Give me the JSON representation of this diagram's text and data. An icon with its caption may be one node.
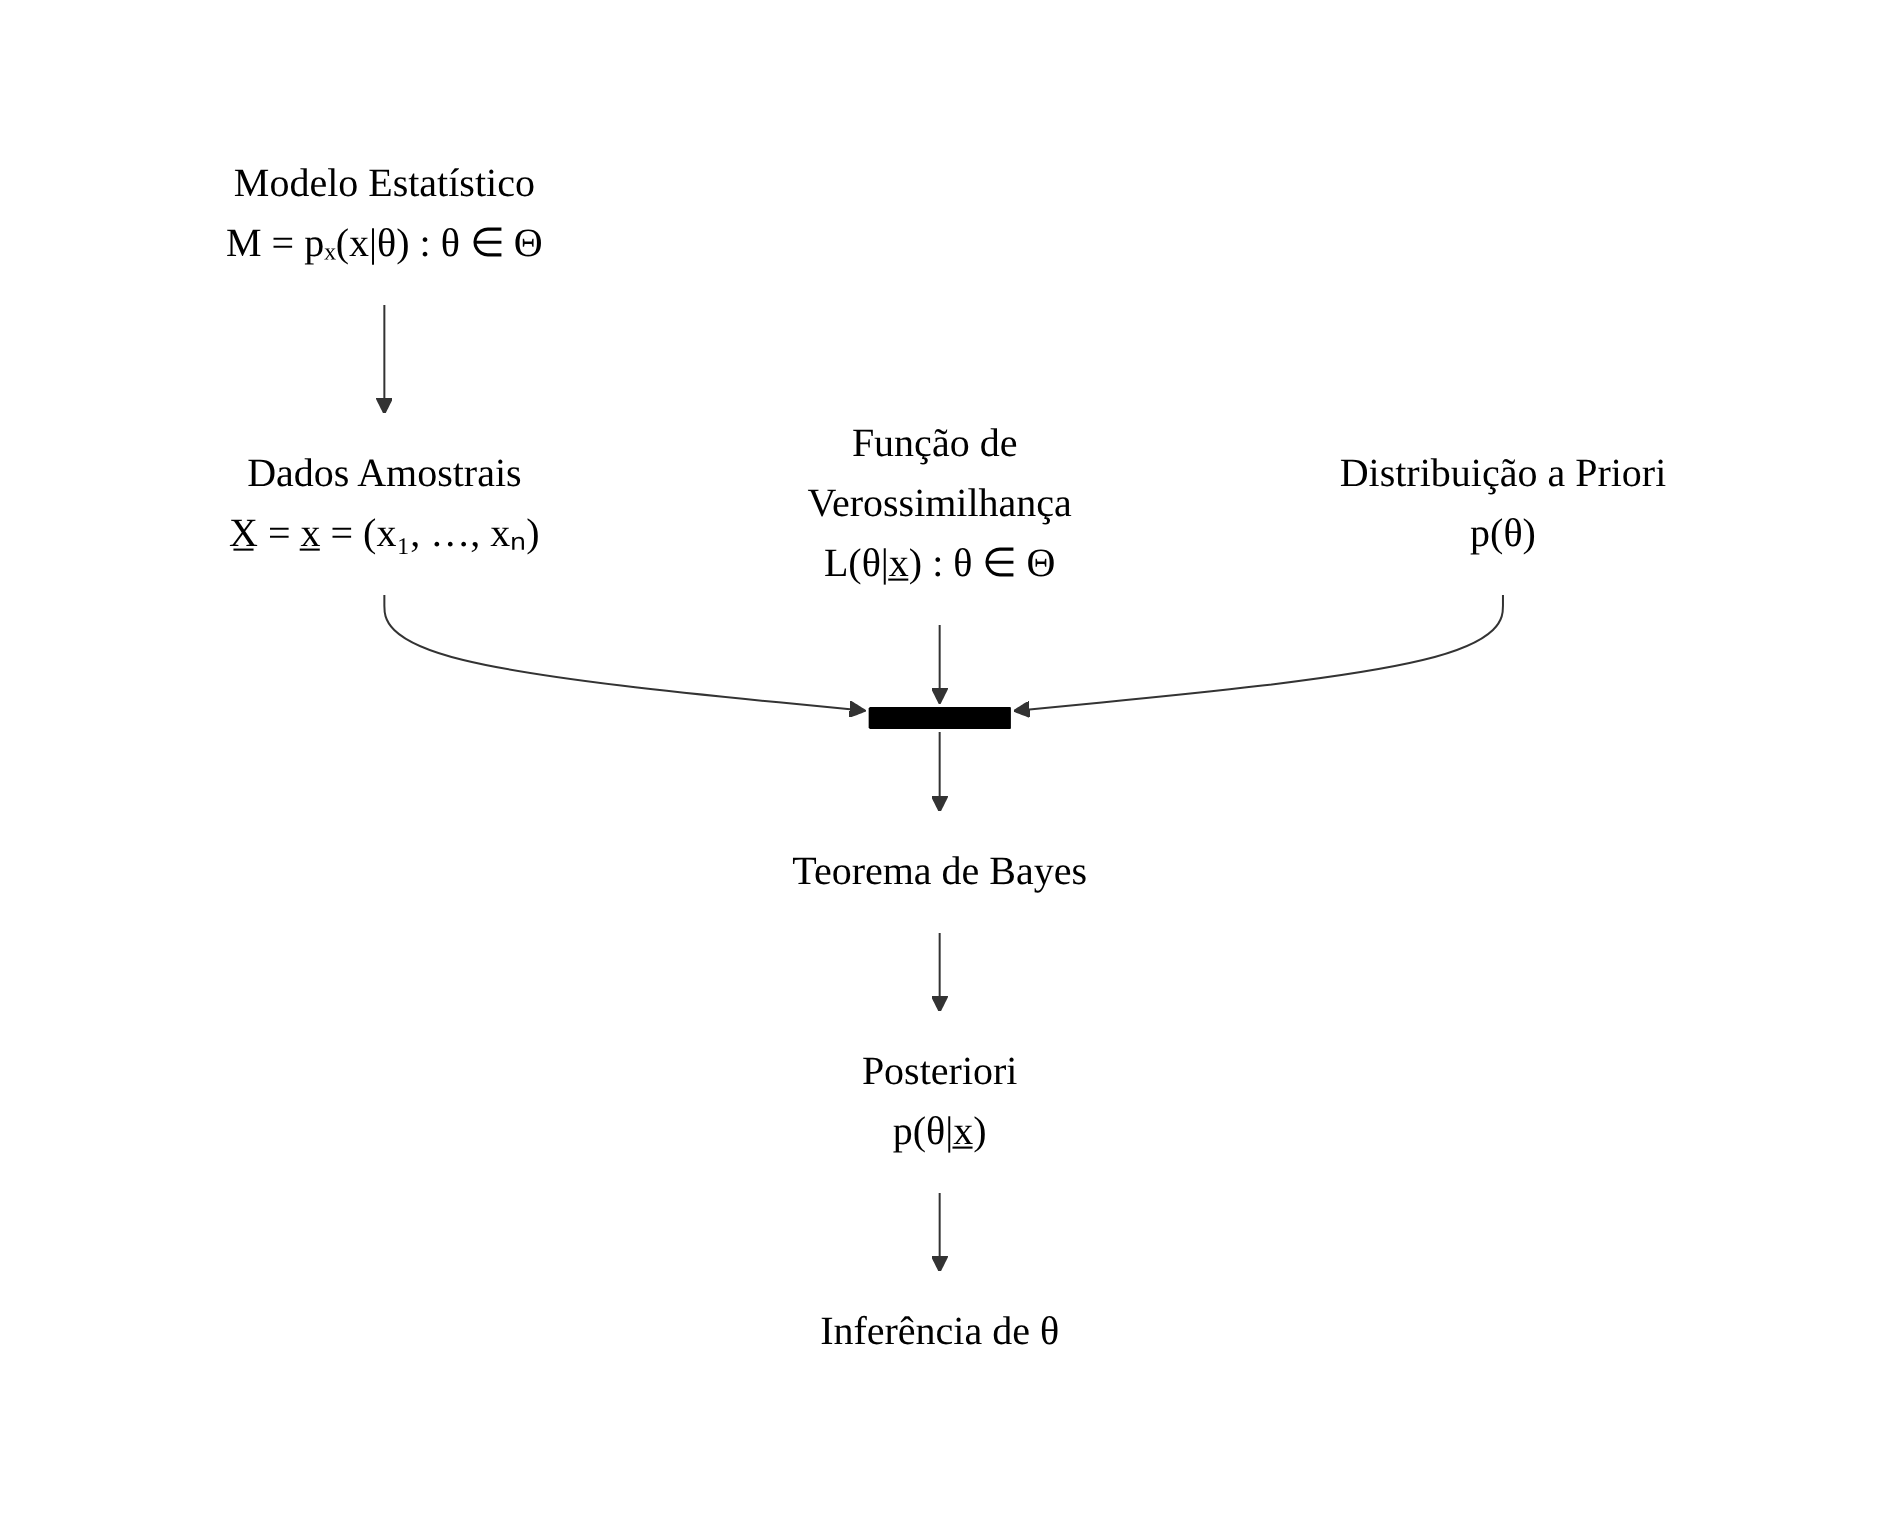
{
  "diagram": {
    "nodes": [
      {
        "text": [
          "Modelo Estatístico",
          "M = pₓ(x|θ) : θ ∈ Θ"
        ]
      },
      {
        "text": [
          "Dados Amostrais",
          "X̲ = x̲ = (x₁, …, xₙ)"
        ]
      },
      {
        "text": [
          "Função de Verossimilhança",
          "L(θ|x̲) : θ ∈ Θ"
        ]
      },
      {
        "text": [
          "Distribuição a Priori",
          "p(θ)"
        ]
      },
      {
        "text": [],
        "shape": "bar"
      },
      {
        "text": [
          "Teorema de Bayes"
        ]
      },
      {
        "text": [
          "Posteriori",
          "p(θ|x̲)"
        ]
      },
      {
        "text": [
          "Inferência de θ"
        ]
      }
    ],
    "edges": [
      {
        "from": 0,
        "to": 1,
        "arrow": "to"
      },
      {
        "from": 1,
        "to": 4,
        "arrow": "to"
      },
      {
        "from": 2,
        "to": 4,
        "arrow": "to"
      },
      {
        "from": 3,
        "to": 4,
        "arrow": "to"
      },
      {
        "from": 4,
        "to": 5,
        "arrow": "to"
      },
      {
        "from": 5,
        "to": 6,
        "arrow": "to"
      },
      {
        "from": 6,
        "to": 7,
        "arrow": "to"
      }
    ]
  }
}
